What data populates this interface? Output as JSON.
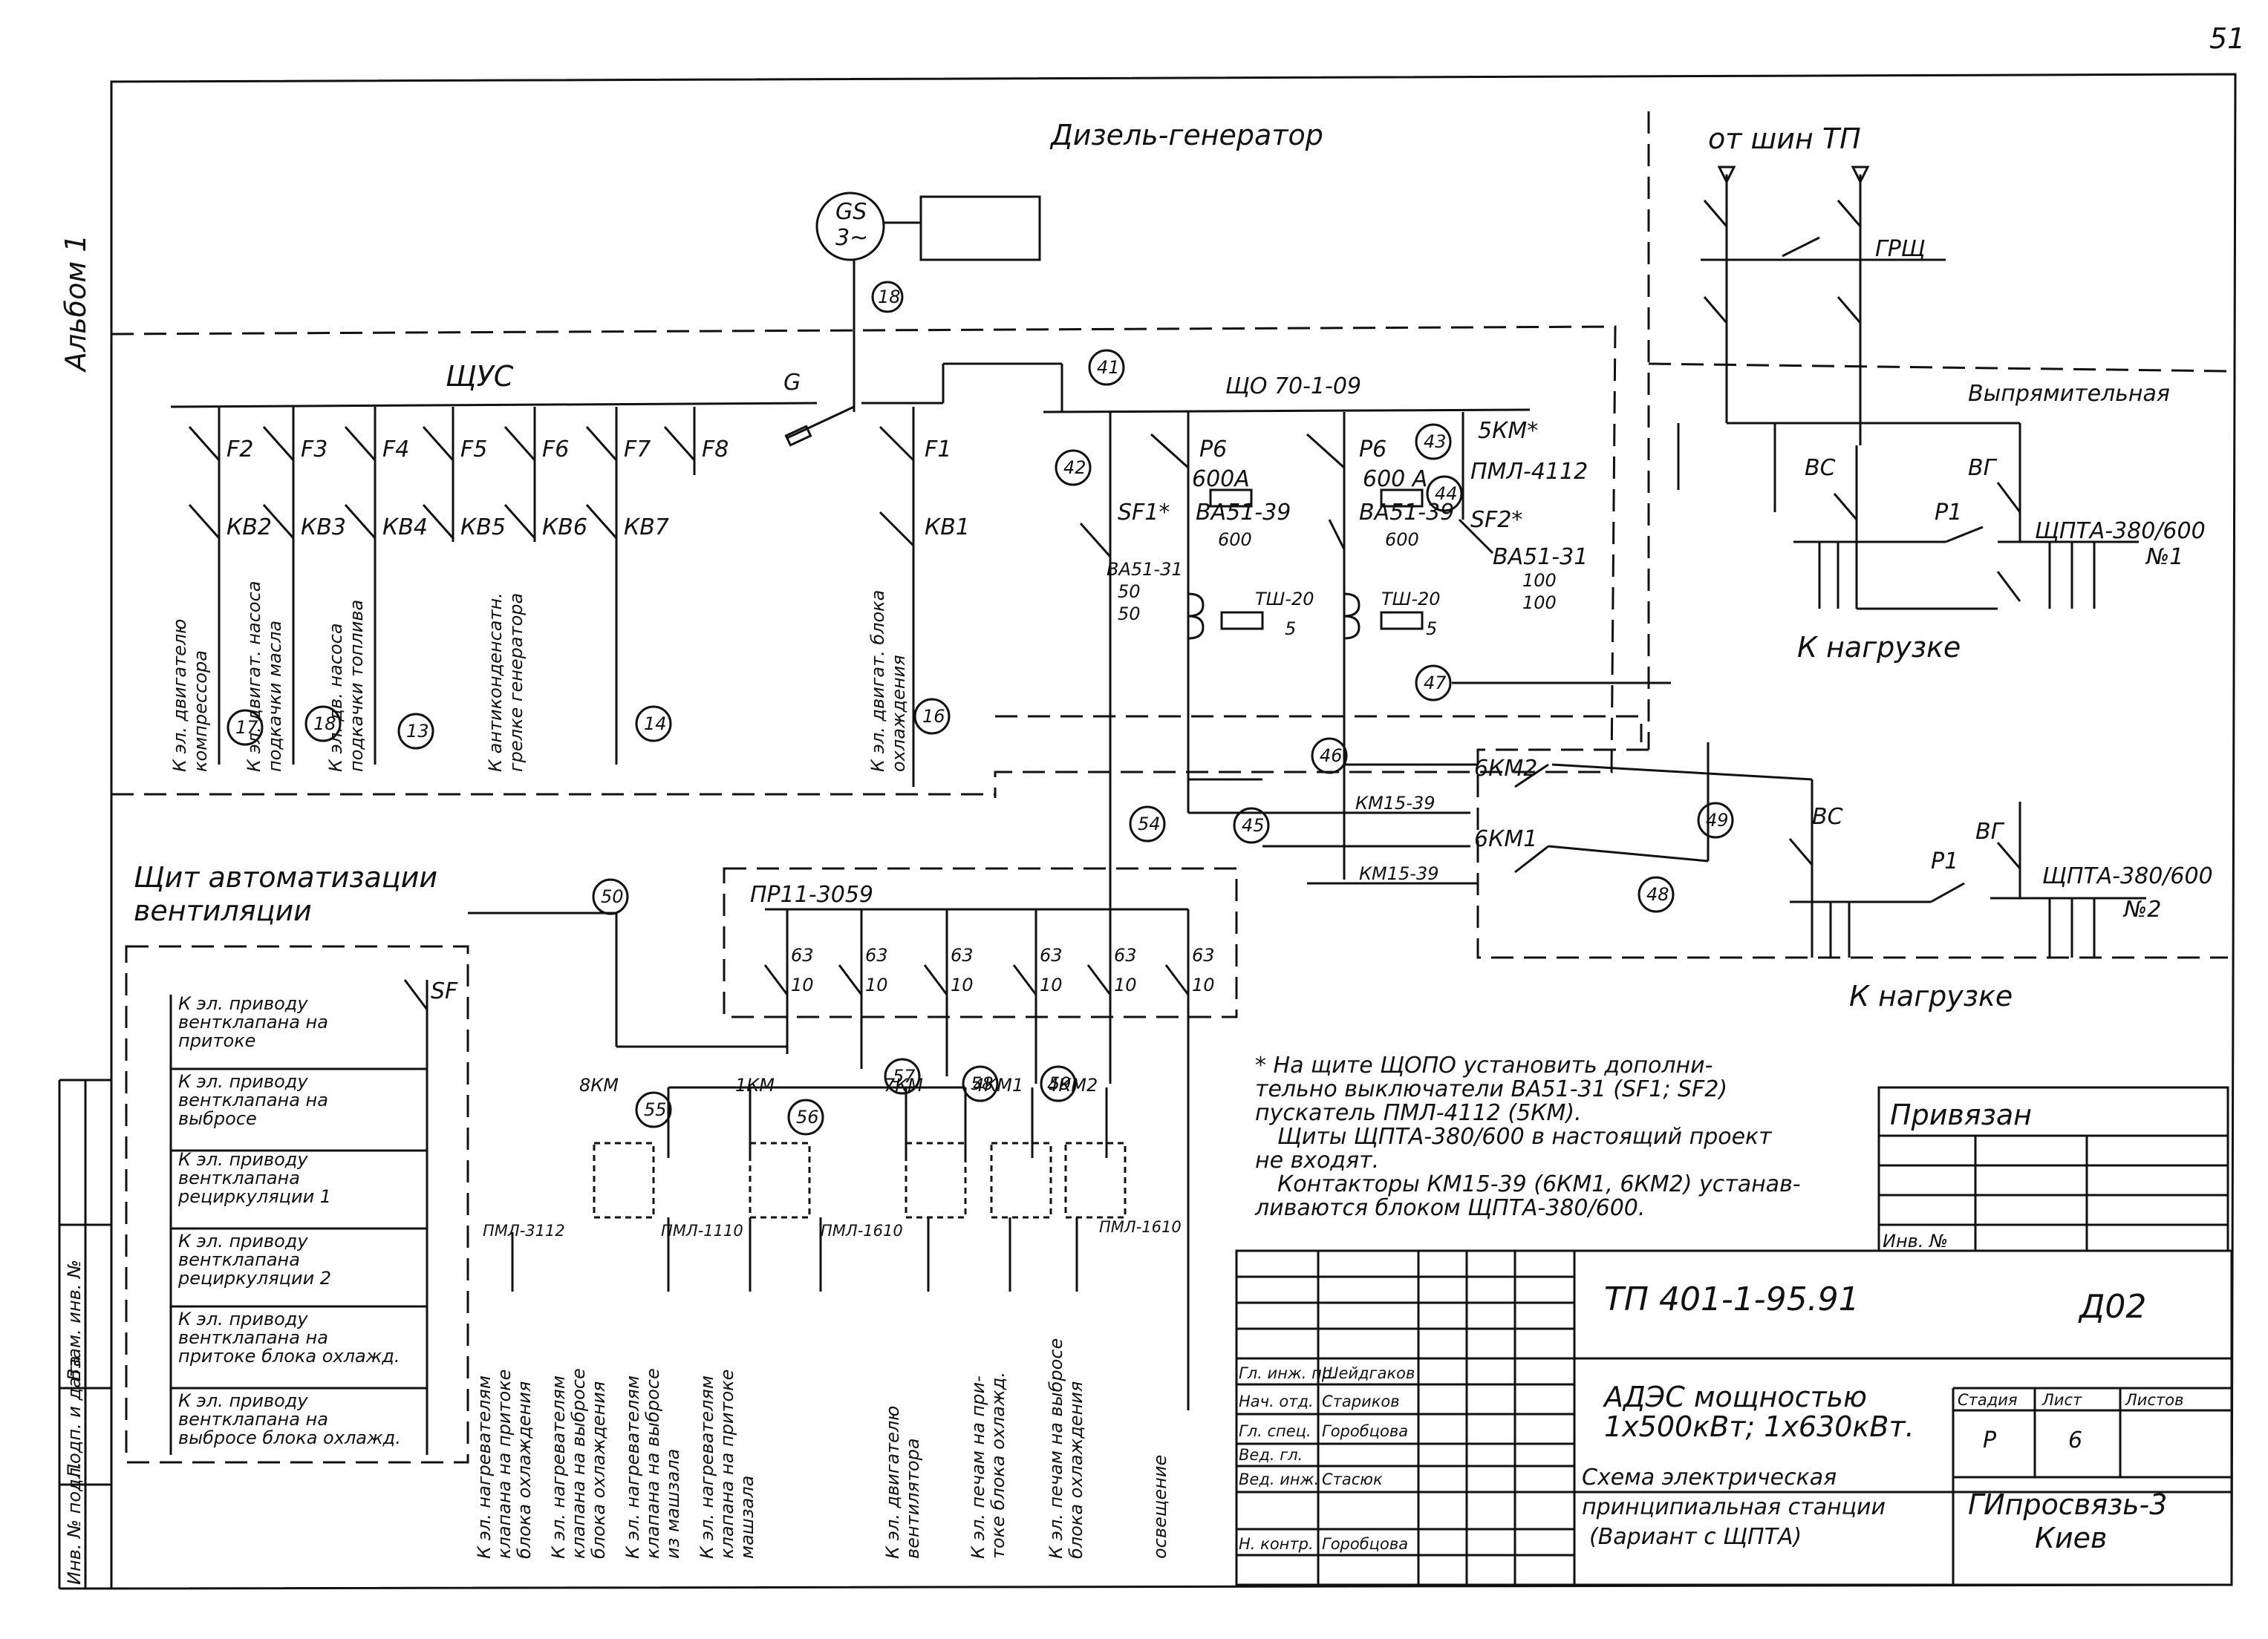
{
  "page_number": "51",
  "album_label": "Альбом 1",
  "diesel": {
    "title": "Дизель-генератор",
    "gen_line1": "GS",
    "gen_line2": "3~",
    "marker_18": "18",
    "switch_label": "G",
    "marker_41": "41"
  },
  "tl": {
    "title": "от шин ТП",
    "grsh": "ГРЩ"
  },
  "shchus": {
    "title": "ЩУС",
    "feeders": [
      {
        "breaker": "F2",
        "contactor": "КВ2",
        "line1": "К эл. двигателю",
        "line2": "компрессора",
        "marker": "17"
      },
      {
        "breaker": "F3",
        "contactor": "КВ3",
        "line1": "К эл. двигат. насоса",
        "line2": "подкачки масла",
        "marker": "18"
      },
      {
        "breaker": "F4",
        "contactor": "КВ4",
        "line1": "К эл. дв. насоса",
        "line2": "подкачки топлива",
        "marker": "13"
      },
      {
        "breaker": "F5",
        "contactor": "КВ5",
        "line1": "",
        "line2": "",
        "marker": ""
      },
      {
        "breaker": "F6",
        "contactor": "КВ6",
        "line1": "К антиконденсатн.",
        "line2": "грелке генератора",
        "marker": "14"
      },
      {
        "breaker": "F7",
        "contactor": "КВ7",
        "line1": "",
        "line2": "",
        "marker": ""
      },
      {
        "breaker": "F8",
        "contactor": "",
        "line1": "",
        "line2": "",
        "marker": ""
      },
      {
        "breaker": "F1",
        "contactor": "КВ1",
        "line1": "К эл. двигат. блока",
        "line2": "охлаждения",
        "marker": "16"
      }
    ]
  },
  "shcho": {
    "title": "ЩО 70-1-09",
    "marker_42": "42",
    "marker_43": "43",
    "marker_44": "44",
    "marker_47": "47",
    "left": {
      "fuse": "Р6",
      "current": "600А",
      "breaker": "ВА51-39",
      "breaker_rating": "600",
      "sf": "SF1*",
      "sf_type": "ВА51-31",
      "sf_num": "50",
      "sf_den": "50",
      "ct": "ТШ-20",
      "ct_ratio": "5"
    },
    "right": {
      "fuse": "Р6",
      "current": "600 А",
      "breaker": "ВА51-39",
      "breaker_rating": "600",
      "sf": "SF2*",
      "sf_type": "ВА51-31",
      "sf_num": "100",
      "sf_den": "100",
      "ct": "ТШ-20",
      "ct_ratio": "5",
      "starter": "5КМ*",
      "starter_type": "ПМЛ-4112"
    }
  },
  "rectifier": {
    "title": "Выпрямительная",
    "panel1": {
      "name": "ЩПТА-380/600",
      "num": "№1",
      "vc": "ВС",
      "vg": "ВГ",
      "p": "Р1",
      "load": "К нагрузке"
    },
    "panel2": {
      "name": "ЩПТА-380/600",
      "num": "№2",
      "vc": "ВС",
      "vg": "ВГ",
      "p": "Р1",
      "load": "К нагрузке"
    }
  },
  "contactors": {
    "km2": "6КМ2",
    "km2_type": "КМ15-39",
    "km1": "6КМ1",
    "km1_type": "КМ15-39",
    "m45": "45",
    "m46": "46",
    "m48": "48",
    "m49": "49"
  },
  "pr": {
    "title": "ПР11-3059",
    "marker_54": "54",
    "fuses": [
      {
        "num": "63",
        "den": "10"
      },
      {
        "num": "63",
        "den": "10"
      },
      {
        "num": "63",
        "den": "10"
      },
      {
        "num": "63",
        "den": "10"
      },
      {
        "num": "63",
        "den": "10"
      },
      {
        "num": "63",
        "den": "10"
      }
    ],
    "starters": [
      {
        "label": "8КМ",
        "marker": "55",
        "type": "ПМЛ-3112"
      },
      {
        "label": "1КМ",
        "marker": "56",
        "type": "ПМЛ-1110"
      },
      {
        "label": "7КМ",
        "marker": "57",
        "type": "ПМЛ-1610"
      },
      {
        "label": "4КМ1",
        "marker": "58",
        "type": ""
      },
      {
        "label": "4КМ2",
        "marker": "59",
        "type": "ПМЛ-1610"
      }
    ],
    "outputs": [
      {
        "line1": "К эл. нагревателям",
        "line2": "клапана на притоке",
        "line3": "блока охлаждения"
      },
      {
        "line1": "К эл. нагревателям",
        "line2": "клапана на выбросе",
        "line3": "блока охлаждения"
      },
      {
        "line1": "К эл. нагревателям",
        "line2": "клапана на выбросе",
        "line3": "из машзала"
      },
      {
        "line1": "К эл. нагревателям",
        "line2": "клапана на притоке",
        "line3": "машзала"
      },
      {
        "line1": "К эл. двигателю",
        "line2": "вентилятора",
        "line3": ""
      },
      {
        "line1": "К эл. печам на при-",
        "line2": "токе блока охлажд.",
        "line3": ""
      },
      {
        "line1": "К эл. печам на выбросе",
        "line2": "блока охлаждения",
        "line3": ""
      },
      {
        "line1": "освещение",
        "line2": "",
        "line3": ""
      }
    ]
  },
  "automation": {
    "title1": "Щит автоматизации",
    "title2": "вентиляции",
    "marker_50": "50",
    "sf": "SF",
    "rows": [
      {
        "line1": "К эл. приводу",
        "line2": "вентклапана на",
        "line3": "притоке"
      },
      {
        "line1": "К эл. приводу",
        "line2": "вентклапана на",
        "line3": "выбросе"
      },
      {
        "line1": "К эл. приводу",
        "line2": "вентклапана",
        "line3": "рециркуляции 1"
      },
      {
        "line1": "К эл. приводу",
        "line2": "вентклапана",
        "line3": "рециркуляции 2"
      },
      {
        "line1": "К эл. приводу",
        "line2": "вентклапана на",
        "line3": "притоке блока охлажд."
      },
      {
        "line1": "К эл. приводу",
        "line2": "вентклапана на",
        "line3": "выбросе блока охлажд."
      }
    ]
  },
  "notes": [
    "* На щите ЩОПО установить дополни-",
    "тельно выключатели ВА51-31 (SF1; SF2)",
    "пускатель ПМЛ-4112 (5КМ).",
    "Щиты ЩПТА-380/600 в настоящий проект",
    "не входят.",
    "Контакторы КМ15-39 (6КМ1, 6КМ2) устанав-",
    "ливаются блоком ЩПТА-380/600."
  ],
  "privyazan": {
    "title": "Привязан",
    "inv": "Инв. №"
  },
  "stamp": {
    "code": "ТП 401-1-95.91",
    "sheet_code": "Д02",
    "title1": "АДЭС мощностью",
    "title2": "1x500кВт; 1x630кВт.",
    "desc1": "Схема электрическая",
    "desc2": "принципиальная станции",
    "desc3": "(Вариант с ЩПТА)",
    "org1": "ГИпросвязь-3",
    "org2": "Киев",
    "col_stage": "Стадия",
    "col_sheet": "Лист",
    "col_sheets": "Листов",
    "stage": "Р",
    "sheet": "6",
    "roles": [
      {
        "role": "Гл. инж. пр.",
        "name": "Шейдгаков"
      },
      {
        "role": "Нач. отд.",
        "name": "Стариков"
      },
      {
        "role": "Гл. спец.",
        "name": "Горобцова"
      },
      {
        "role": "Вед. гл.",
        "name": ""
      },
      {
        "role": "Вед. инж.",
        "name": "Стасюк"
      },
      {
        "role": "Н. контр.",
        "name": "Горобцова"
      }
    ]
  },
  "left_strip": [
    "Инв. № подл.",
    "Подп. и дата",
    "Взам. инв. №"
  ]
}
